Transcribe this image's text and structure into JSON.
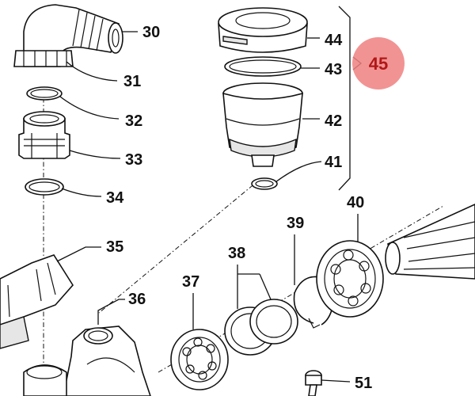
{
  "parts": [
    {
      "id": "part-30",
      "label": "30"
    },
    {
      "id": "part-31",
      "label": "31"
    },
    {
      "id": "part-32",
      "label": "32"
    },
    {
      "id": "part-33",
      "label": "33"
    },
    {
      "id": "part-34",
      "label": "34"
    },
    {
      "id": "part-35",
      "label": "35"
    },
    {
      "id": "part-36",
      "label": "36"
    },
    {
      "id": "part-37",
      "label": "37"
    },
    {
      "id": "part-38",
      "label": "38"
    },
    {
      "id": "part-39",
      "label": "39"
    },
    {
      "id": "part-40",
      "label": "40"
    },
    {
      "id": "part-41",
      "label": "41"
    },
    {
      "id": "part-42",
      "label": "42"
    },
    {
      "id": "part-43",
      "label": "43"
    },
    {
      "id": "part-44",
      "label": "44"
    },
    {
      "id": "part-51",
      "label": "51"
    }
  ],
  "assembly_badge": {
    "label": "45",
    "color": "#f08080",
    "text_color": "#b01818"
  }
}
